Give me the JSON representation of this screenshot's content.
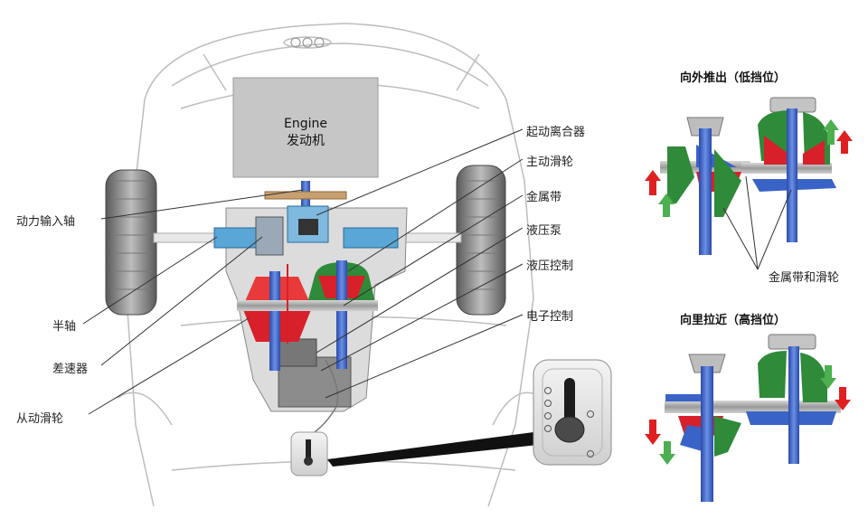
{
  "engine": {
    "en": "Engine",
    "zh": "发动机"
  },
  "left_labels": {
    "power_input_shaft": "动力输入轴",
    "half_shaft": "半轴",
    "differential": "差速器",
    "driven_pulley": "从动滑轮"
  },
  "right_labels": {
    "start_clutch": "起动离合器",
    "drive_pulley": "主动滑轮",
    "metal_belt": "金属带",
    "hydraulic_pump": "液压泵",
    "hydraulic_control": "液压控制",
    "electronic_control": "电子控制"
  },
  "panels": {
    "top_title": "向外推出（低挡位）",
    "bottom_title": "向里拉近（高挡位）",
    "belt_and_pulley": "金属带和滑轮"
  },
  "colors": {
    "shaft_blue": "#3a63c7",
    "cone_red": "#d8202a",
    "cone_green": "#2f8a3a",
    "arrow_green": "#4caf50",
    "arrow_red": "#e02020",
    "housing_gray": "#c8c8c8",
    "belt_gray": "#b8b8b8"
  }
}
